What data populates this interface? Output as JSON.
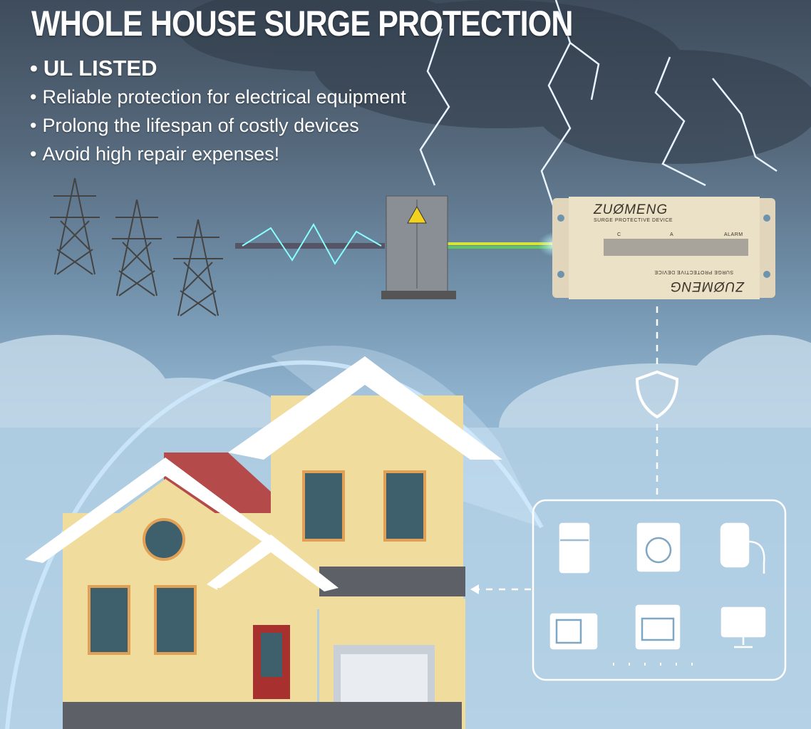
{
  "headline": "WHOLE HOUSE SURGE PROTECTION",
  "bullets": [
    "UL LISTED",
    "Reliable protection for electrical equipment",
    "Prolong the lifespan of costly devices",
    "Avoid high repair expenses!"
  ],
  "device": {
    "brand": "ZUØMENG",
    "subtitle": "SURGE PROTECTIVE DEVICE",
    "indicator_labels": [
      "C",
      "A",
      "ALARM"
    ]
  },
  "icons": [
    "power-tower-icon",
    "electrical-box-icon",
    "warning-icon",
    "shield-icon",
    "refrigerator-icon",
    "washing-machine-icon",
    "water-heater-icon",
    "microwave-icon",
    "dishwasher-icon",
    "monitor-icon"
  ],
  "colors": {
    "sky_dark": "#3e4c5c",
    "sky_light": "#b3d0e4",
    "device": "#e8dcc0",
    "house_wall": "#f0dc9c",
    "roof": "#b54a4a",
    "door": "#a8302e"
  }
}
